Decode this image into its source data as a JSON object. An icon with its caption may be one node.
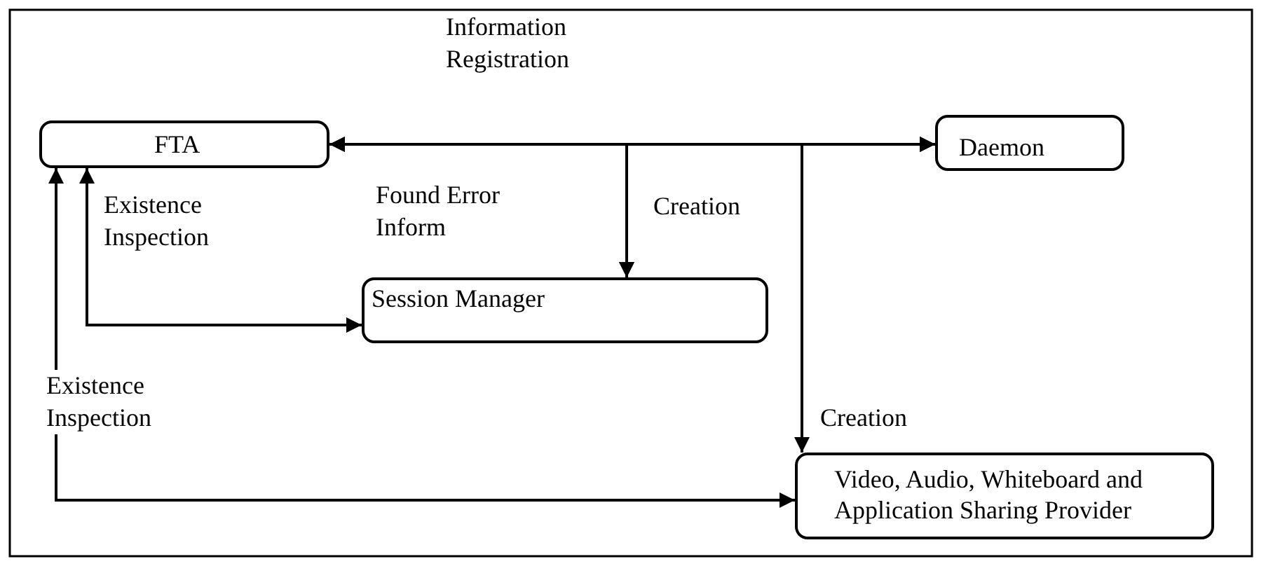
{
  "diagram": {
    "nodes": [
      {
        "text": [
          "FTA"
        ]
      },
      {
        "text": [
          "Daemon"
        ]
      },
      {
        "text": [
          "Session Manager"
        ]
      },
      {
        "text": [
          "Video, Audio, Whiteboard and Application Sharing Provider"
        ]
      }
    ],
    "edges": [
      {
        "from": 0,
        "to": 1,
        "arrow": "both",
        "label": "Information Registration"
      },
      {
        "from": 2,
        "to": 0,
        "arrow": "both",
        "label": "Found Error Inform"
      },
      {
        "from": 1,
        "to": 2,
        "arrow": "both",
        "label": "Creation"
      },
      {
        "from": 1,
        "to": 3,
        "arrow": "both",
        "label": "Creation"
      },
      {
        "from": 0,
        "to": 2,
        "arrow": "both",
        "label": "Existence Inspection"
      },
      {
        "from": 0,
        "to": 3,
        "arrow": "both",
        "label": "Existence Inspection"
      }
    ]
  }
}
